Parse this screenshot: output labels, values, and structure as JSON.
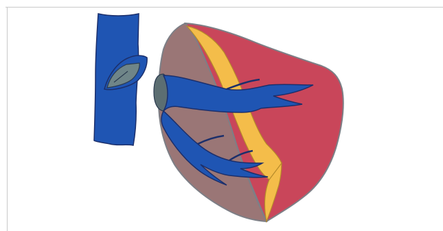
{
  "image": {
    "kind": "anatomical illustration",
    "text_visible": false
  },
  "colors": {
    "background": "#ffffff",
    "frame_line": "#c9c9c9",
    "vessel_blue": "#1f55b3",
    "vessel_outline": "#1c2f6b",
    "cut_face_gray": "#6f8588",
    "organ_left_face": "#9a7676",
    "organ_right_face": "#c9465a",
    "organ_outline": "#7d7f86",
    "cut_surface_yellow": "#f4bd4a",
    "cut_surface_outline": "#b58a2a"
  },
  "parts": [
    {
      "id": "tubular-vessel",
      "icon": "vessel-segment"
    },
    {
      "id": "vessel-cross-section",
      "icon": "cut-section"
    },
    {
      "id": "organ-left-face",
      "icon": "organ-face"
    },
    {
      "id": "organ-right-face",
      "icon": "organ-face"
    },
    {
      "id": "organ-cut-surface",
      "icon": "cut-surface"
    },
    {
      "id": "branching-vessel-upper",
      "icon": "vessel-branch"
    },
    {
      "id": "branching-vessel-lower",
      "icon": "vessel-branch"
    },
    {
      "id": "vessel-stump",
      "icon": "vessel-stump"
    }
  ]
}
